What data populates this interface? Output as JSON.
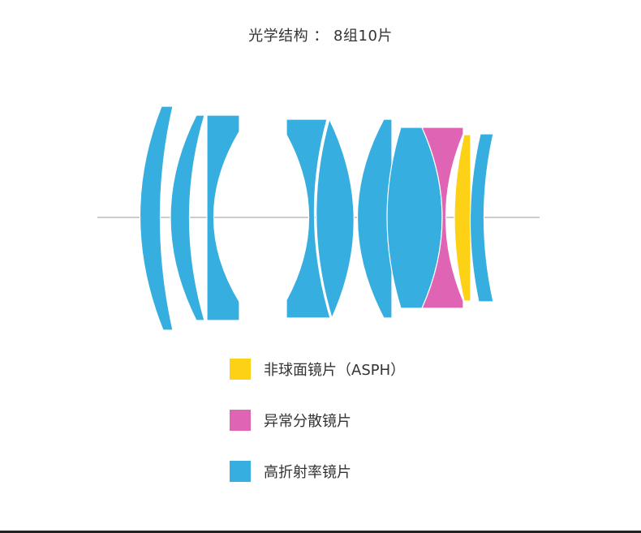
{
  "title": "光学结构 ： 8组10片",
  "colors": {
    "aspherical": "#fcd116",
    "ed": "#e064b4",
    "high_refractive": "#36aee0",
    "axis": "#cccccc"
  },
  "legend": [
    {
      "label": "非球面镜片（ASPH）",
      "color": "#fcd116"
    },
    {
      "label": "异常分散镜片",
      "color": "#e064b4"
    },
    {
      "label": "高折射率镜片",
      "color": "#36aee0"
    }
  ]
}
